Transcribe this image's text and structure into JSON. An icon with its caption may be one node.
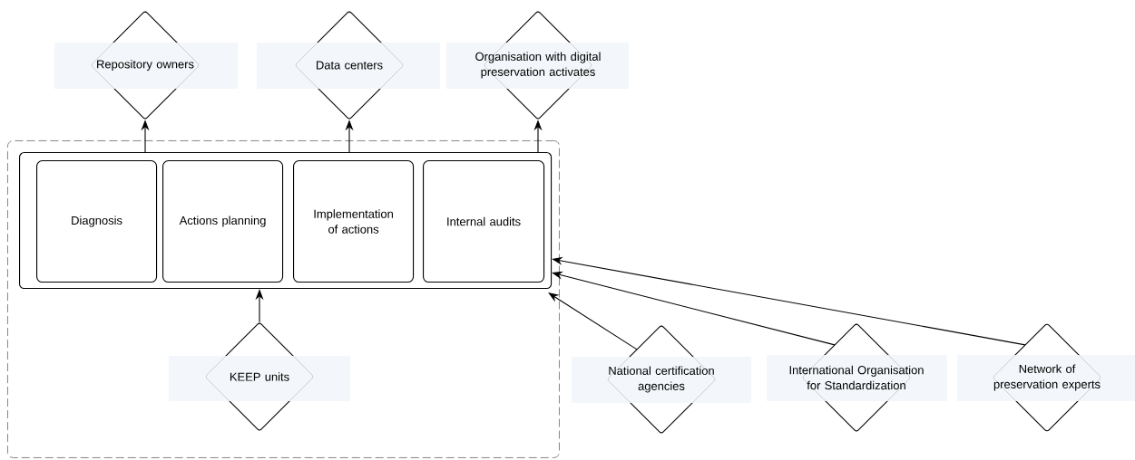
{
  "diagram": {
    "nodes": [
      {
        "text": [],
        "shape": "box"
      },
      {
        "text": [],
        "shape": "box",
        "in": 0
      },
      {
        "text": [
          "Diagnosis"
        ],
        "in": 1
      },
      {
        "text": [
          "Actions planning"
        ],
        "in": 1
      },
      {
        "text": [
          "Implementation of actions"
        ],
        "in": 1
      },
      {
        "text": [
          "Internal audits"
        ],
        "in": 1
      },
      {
        "text": [
          "Repository owners"
        ]
      },
      {
        "text": [
          "Data centers"
        ]
      },
      {
        "text": [
          "Organisation with digital preservation activates"
        ]
      },
      {
        "text": [
          "KEEP units"
        ],
        "in": 0
      },
      {
        "text": [
          "National certification agencies"
        ]
      },
      {
        "text": [
          "International Organisation for Standardization"
        ]
      },
      {
        "text": [
          "Network of preservation experts"
        ]
      }
    ],
    "edges": [
      {
        "from": 1,
        "to": 6,
        "arrow": "to"
      },
      {
        "from": 1,
        "to": 7,
        "arrow": "to"
      },
      {
        "from": 1,
        "to": 8,
        "arrow": "to"
      },
      {
        "from": 9,
        "to": 1,
        "arrow": "to"
      },
      {
        "from": 10,
        "to": 1,
        "arrow": "to"
      },
      {
        "from": 11,
        "to": 1,
        "arrow": "to"
      },
      {
        "from": 12,
        "to": 1,
        "arrow": "to"
      }
    ]
  }
}
